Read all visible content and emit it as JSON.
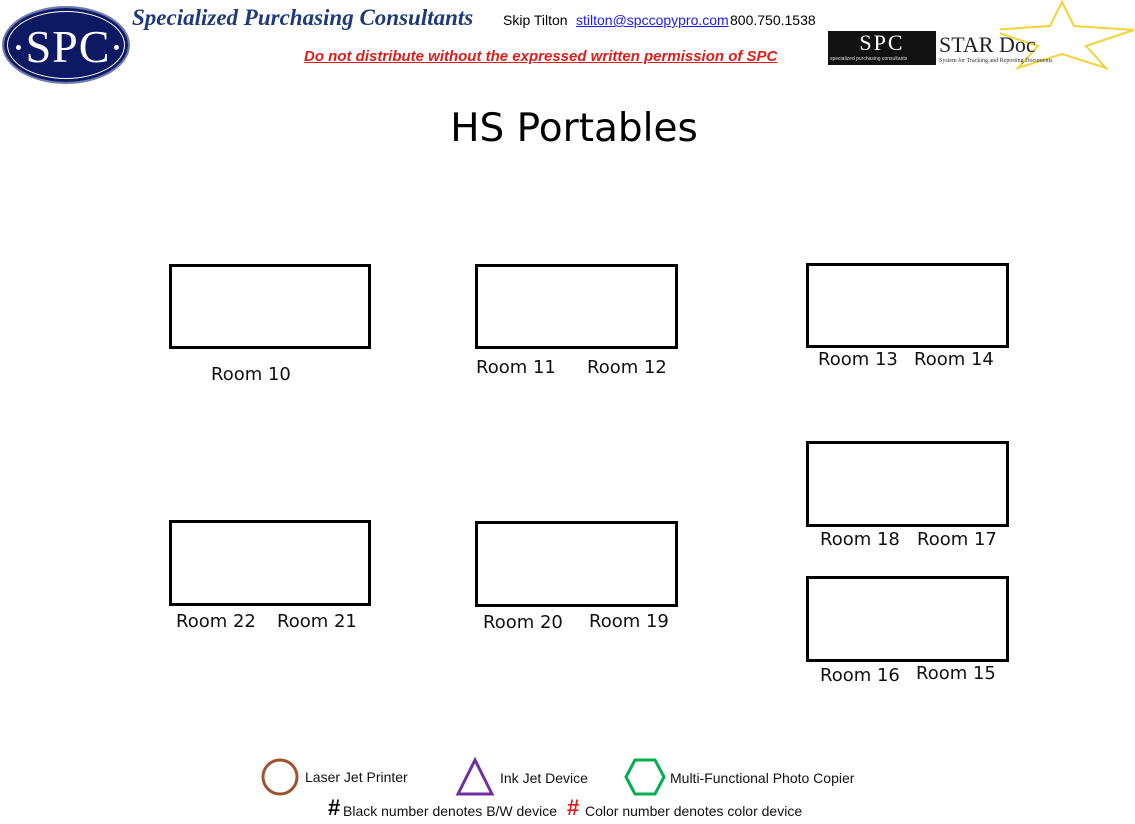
{
  "header": {
    "logo_text": "SPC",
    "company": "Specialized Purchasing Consultants",
    "contact_name": "Skip Tilton",
    "contact_email": "stilton@spccopypro.com",
    "contact_phone": "800.750.1538",
    "notice": "Do not distribute without the expressed written permission of SPC",
    "stardoc_spc": "SPC",
    "stardoc_spc_sub": "specialized purchasing consultants",
    "stardoc_name": "STAR Doc",
    "stardoc_sub": "System for Tracking and Reporting Documents"
  },
  "title": "HS Portables",
  "rooms": {
    "r10": "Room 10",
    "r11": "Room 11",
    "r12": "Room 12",
    "r13": "Room 13",
    "r14": "Room 14",
    "r18": "Room 18",
    "r17": "Room 17",
    "r16": "Room 16",
    "r15": "Room 15",
    "r22": "Room 22",
    "r21": "Room 21",
    "r20": "Room 20",
    "r19": "Room 19"
  },
  "legend": {
    "laser": "Laser Jet Printer",
    "inkjet": "Ink Jet Device",
    "mfp": "Multi-Functional Photo Copier",
    "hash": "#",
    "bw": "Black number denotes B/W device",
    "color": "Color number denotes color device"
  },
  "colors": {
    "laser": "#a0522d",
    "inkjet": "#7030a0",
    "mfp": "#00b050",
    "color_hash": "#e01b1b",
    "company": "#1f3a7a"
  }
}
